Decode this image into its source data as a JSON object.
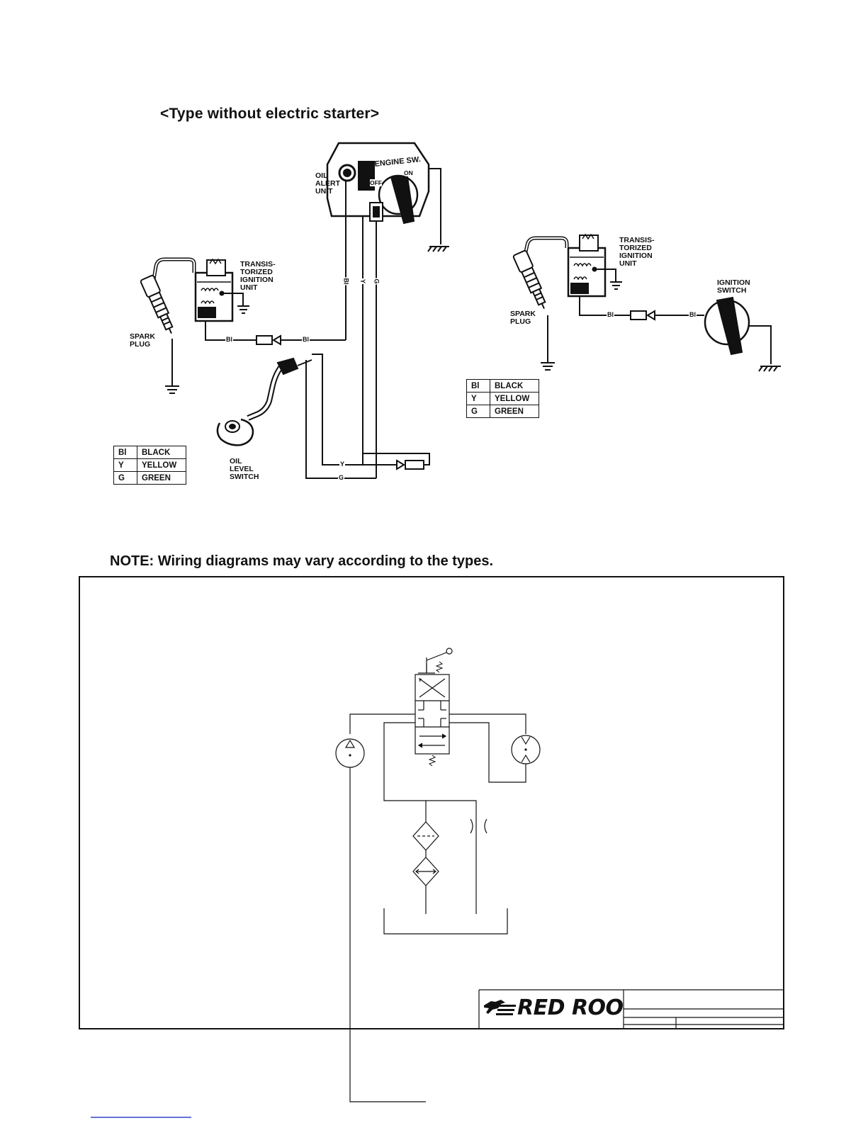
{
  "heading": "<Type without electric starter>",
  "note": "NOTE:  Wiring diagrams may vary according to the types.",
  "left_diagram": {
    "oil_alert_label": [
      "OIL",
      "ALERT",
      "UNIT"
    ],
    "engine_sw_label": "ENGINE SW.",
    "sw_on": "ON",
    "sw_off": "OFF",
    "ignition_unit_label": [
      "TRANSIS-",
      "TORIZED",
      "IGNITION",
      "UNIT"
    ],
    "spark_plug_label": [
      "SPARK",
      "PLUG"
    ],
    "oil_level_label": [
      "OIL",
      "LEVEL",
      "SWITCH"
    ],
    "wire_bl_1": "Bl",
    "wire_bl_2": "Bl",
    "wire_bl_v": "Bl",
    "wire_y_v": "Y",
    "wire_g_v": "G",
    "wire_y_h": "Y",
    "wire_g_h": "G"
  },
  "right_diagram": {
    "ignition_unit_label": [
      "TRANSIS-",
      "TORIZED",
      "IGNITION",
      "UNIT"
    ],
    "spark_plug_label": [
      "SPARK",
      "PLUG"
    ],
    "ignition_switch_label": [
      "IGNITION",
      "SWITCH"
    ],
    "wire_bl_1": "Bl",
    "wire_bl_2": "Bl"
  },
  "legend": [
    {
      "code": "Bl",
      "name": "BLACK"
    },
    {
      "code": "Y",
      "name": "YELLOW"
    },
    {
      "code": "G",
      "name": "GREEN"
    }
  ],
  "title_block": {
    "logo": "RED ROO"
  }
}
